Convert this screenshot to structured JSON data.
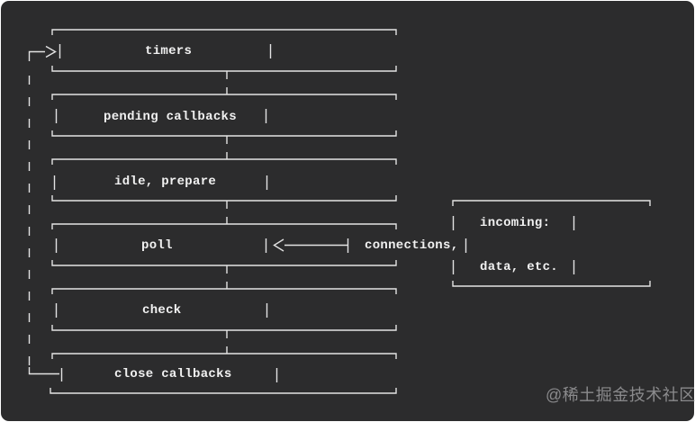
{
  "colors": {
    "canvas": "#ffffff",
    "panel_bg": "#2c2c2d",
    "line": "#e3e3e3",
    "label": "#f1f1f1",
    "watermark": "#8a8a8c"
  },
  "diagram": {
    "name": "node-event-loop-phases",
    "phases": [
      {
        "label": "timers"
      },
      {
        "label": "pending callbacks"
      },
      {
        "label": "idle, prepare"
      },
      {
        "label": "poll"
      },
      {
        "label": "check"
      },
      {
        "label": "close callbacks"
      }
    ],
    "side_box": {
      "lines": [
        "incoming:",
        "connections,",
        "data, etc."
      ]
    },
    "watermark": "@稀土掘金技术社区"
  }
}
